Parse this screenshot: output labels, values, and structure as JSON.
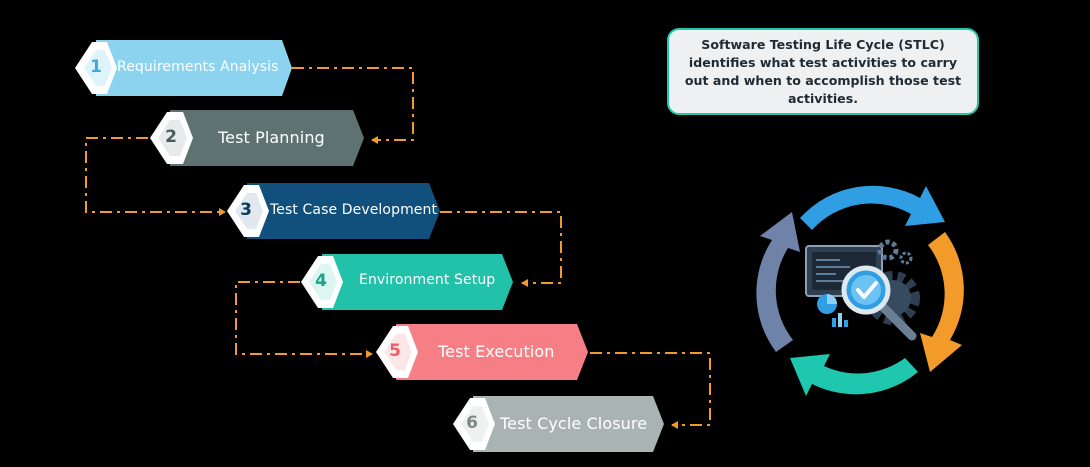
{
  "info": "Software Testing Life Cycle (STLC) identifies what test activities to carry out and when to accomplish those test activities.",
  "steps": [
    {
      "number": "1",
      "label": "Requirements Analysis",
      "color": "#8cd3f0",
      "num_color": "#3fa9dd"
    },
    {
      "number": "2",
      "label": "Test Planning",
      "color": "#5f7272",
      "num_color": "#4b5b5b"
    },
    {
      "number": "3",
      "label": "Test Case Development",
      "color": "#11507c",
      "num_color": "#0c3b5e"
    },
    {
      "number": "4",
      "label": "Environment Setup",
      "color": "#21c2a9",
      "num_color": "#1aa38e"
    },
    {
      "number": "5",
      "label": "Test Execution",
      "color": "#f57f85",
      "num_color": "#ee5e66"
    },
    {
      "number": "6",
      "label": "Test Cycle Closure",
      "color": "#a9b4b2",
      "num_color": "#7c8886"
    }
  ],
  "colors": {
    "connector": "#f29b2a",
    "cycle_blue": "#2f9ee3",
    "cycle_orange": "#f29b2a",
    "cycle_teal": "#1fc7ae",
    "cycle_slate": "#6f82a8"
  },
  "icons": [
    "cycle-arrows-icon",
    "monitor-icon",
    "magnifier-check-icon",
    "gear-icon"
  ]
}
